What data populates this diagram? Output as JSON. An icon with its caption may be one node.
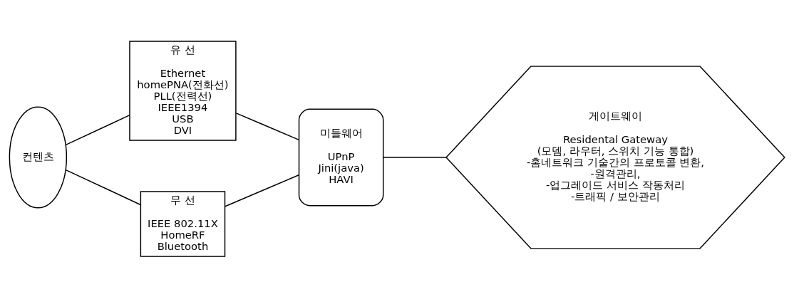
{
  "diagram": {
    "nodes": [
      {
        "text": [
          "컨텐츠"
        ]
      },
      {
        "text": [
          "유 선",
          "Ethernet",
          "homePNA(전화선)",
          "PLL(전력선)",
          "IEEE1394",
          "USB",
          "DVI"
        ]
      },
      {
        "text": [
          "무 선",
          "IEEE 802.11X",
          "HomeRF",
          "Bluetooth"
        ]
      },
      {
        "text": [
          "미들웨어",
          "UPnP",
          "Jini(java)",
          "HAVI"
        ]
      },
      {
        "text": [
          "게이트웨이",
          "Residental Gateway",
          "(모뎀, 라우터, 스위치 기능 통합)",
          "-홈네트워크 기술간의 프로토콜 변환,",
          "-원격관리,",
          "-업그레이드 서비스 작동처리",
          "-트래픽 / 보안관리"
        ]
      }
    ],
    "edges": [
      {
        "from": 0,
        "to": 1,
        "arrow": "none"
      },
      {
        "from": 0,
        "to": 2,
        "arrow": "none"
      },
      {
        "from": 1,
        "to": 3,
        "arrow": "none"
      },
      {
        "from": 2,
        "to": 3,
        "arrow": "none"
      },
      {
        "from": 3,
        "to": 4,
        "arrow": "none"
      }
    ]
  }
}
